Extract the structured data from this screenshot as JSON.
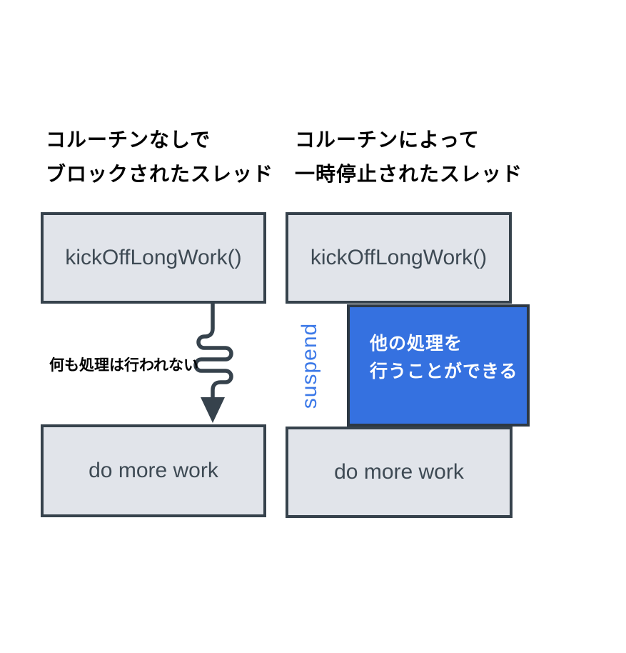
{
  "left_column": {
    "title_line1": "コルーチンなしで",
    "title_line2": "ブロックされたスレッド",
    "box_top_label": "kickOffLongWork()",
    "arrow_label": "何も処理は行われない",
    "box_bottom_label": "do more work"
  },
  "right_column": {
    "title_line1": "コルーチンによって",
    "title_line2": "一時停止されたスレッド",
    "box_top_label": "kickOffLongWork()",
    "suspend_label": "suspend",
    "blue_box_line1": "他の処理を",
    "blue_box_line2": "行うことができる",
    "box_bottom_label": "do more work"
  },
  "colors": {
    "box_fill": "#E1E4EA",
    "box_border": "#36424C",
    "box_text": "#3E4A54",
    "blue_fill": "#3571E0",
    "blue_border": "#2D3843",
    "blue_text": "#FFFFFF",
    "suspend_text": "#3C79E8",
    "title_text": "#000000",
    "arrow": "#36424C",
    "bg": "#FFFFFF"
  }
}
